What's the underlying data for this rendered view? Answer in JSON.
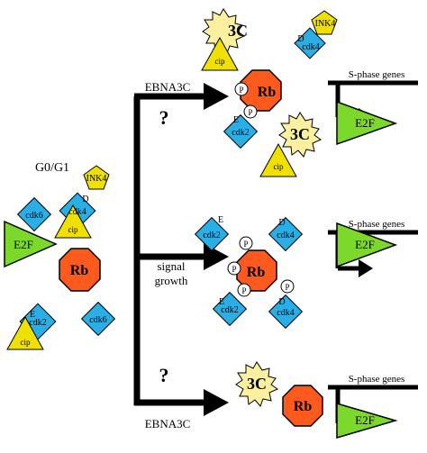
{
  "labels": {
    "rb": "Rb",
    "e2f": "E2F",
    "p": "P",
    "sphase": "S-phase genes",
    "g0g1": "G0/G1",
    "ebna3c": "EBNA3C",
    "question": "?",
    "growth_signal_line1": "growth",
    "growth_signal_line2": "signal",
    "cdk2": "cdk2",
    "cdk4": "cdk4",
    "cdk6": "cdk6",
    "cyclin_e": "E",
    "cyclin_d": "D",
    "cip": "cip",
    "ink4": "INK4",
    "c3": "3C"
  },
  "colors": {
    "rb_fill": "#ff5a1e",
    "e2f_fill": "#7cd82a",
    "cdk_fill": "#29aee6",
    "cip_fill": "#f0e000",
    "ink4_fill": "#f0e000",
    "ebna3c_fill": "#fbf0a0",
    "p_fill": "#ffffff",
    "arrow": "#000000"
  },
  "icons": {
    "rb": "octagon",
    "e2f": "triangle-arrow",
    "ebna3c": "starburst",
    "cdk": "rotated-square",
    "cip": "triangle",
    "ink4": "pentagon",
    "phosphate": "circle"
  }
}
